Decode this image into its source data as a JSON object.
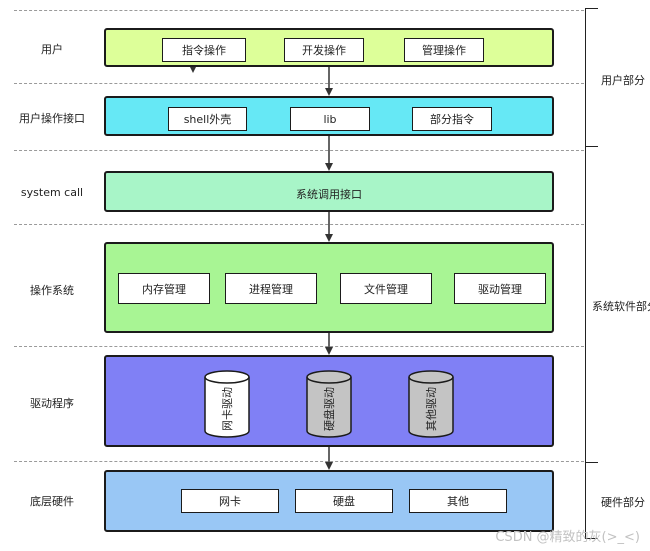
{
  "rows": {
    "user": "用户",
    "user_interface": "用户操作接口",
    "syscall": "system call",
    "os": "操作系统",
    "driver": "驱动程序",
    "hardware": "底层硬件"
  },
  "layers": {
    "user": {
      "items": [
        "指令操作",
        "开发操作",
        "管理操作"
      ],
      "color": "#ddff99"
    },
    "user_interface": {
      "items": [
        "shell外壳",
        "lib",
        "部分指令"
      ],
      "color": "#66e8f5"
    },
    "syscall": {
      "title": "系统调用接口",
      "color": "#a8f5c8"
    },
    "os": {
      "items": [
        "内存管理",
        "进程管理",
        "文件管理",
        "驱动管理"
      ],
      "color": "#a8f594"
    },
    "driver": {
      "items": [
        "网卡驱动",
        "硬盘驱动",
        "其他驱动"
      ],
      "color": "#8080f5"
    },
    "hardware": {
      "items": [
        "网卡",
        "硬盘",
        "其他"
      ],
      "color": "#99c7f5"
    }
  },
  "sections": {
    "user_part": "用户部分",
    "system_software_part": "系统软件部分",
    "hardware_part": "硬件部分"
  },
  "watermark": "CSDN @精致的灰(>_<)"
}
